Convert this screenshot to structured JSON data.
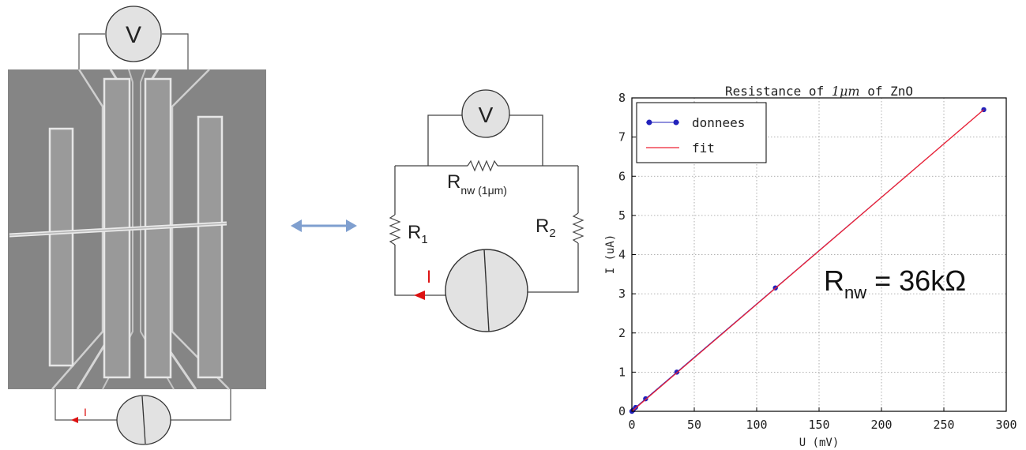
{
  "sem_panel": {
    "voltmeter_label": "V",
    "current_label": "I",
    "current_color": "#dd1111"
  },
  "arrow": {
    "color": "#7f9fcf"
  },
  "circuit": {
    "voltmeter_label": "V",
    "rnw_main": "R",
    "rnw_sub": "nw (1μm)",
    "r1_main": "R",
    "r1_sub": "1",
    "r2_main": "R",
    "r2_sub": "2",
    "current_label": "I",
    "current_color": "#dd1111"
  },
  "chart_data": {
    "type": "line",
    "title_prefix": "Resistance of ",
    "title_math": "1μm",
    "title_suffix": " of ZnO",
    "xlabel": "U (mV)",
    "ylabel": "I (uA)",
    "xlim": [
      0,
      300
    ],
    "ylim": [
      0,
      8
    ],
    "xticks": [
      0,
      50,
      100,
      150,
      200,
      250,
      300
    ],
    "yticks": [
      0,
      1,
      2,
      3,
      4,
      5,
      6,
      7,
      8
    ],
    "grid": true,
    "legend_position": "top-left",
    "series": [
      {
        "name": "donnees",
        "style": "points-line",
        "color": "#2222bb",
        "x": [
          0,
          1,
          3,
          11,
          36,
          115,
          282
        ],
        "y": [
          0,
          0.03,
          0.1,
          0.32,
          1.0,
          3.15,
          7.7
        ]
      },
      {
        "name": "fit",
        "style": "line",
        "color": "#ee2233",
        "x": [
          0,
          282
        ],
        "y": [
          0,
          7.7
        ]
      }
    ],
    "annotation_main": "R",
    "annotation_sub": "nw",
    "annotation_value": " = 36kΩ"
  }
}
